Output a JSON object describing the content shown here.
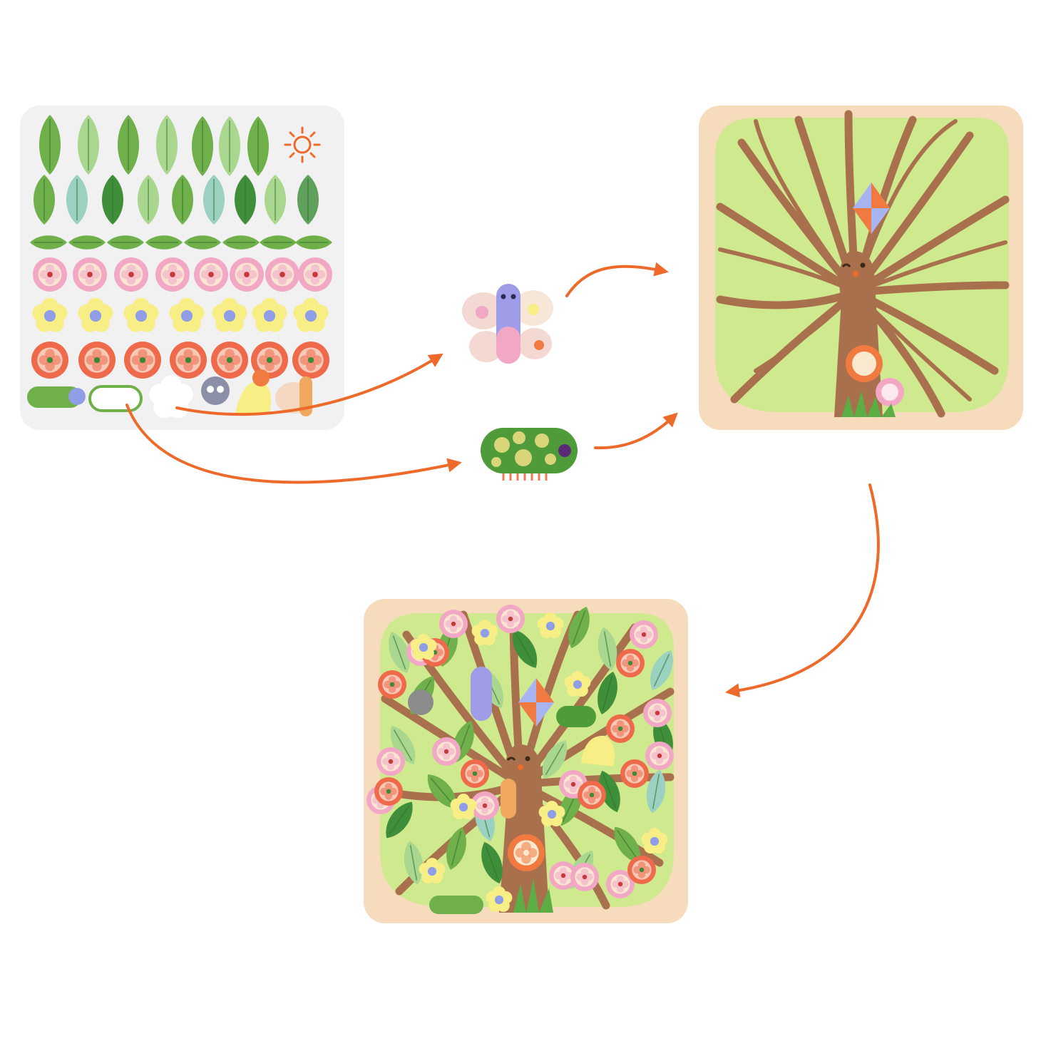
{
  "colors": {
    "background": "#ffffff",
    "arrow": "#ee6a2a",
    "sticker_sheet": "#f1f1f1",
    "board_frame": "#f6dcbc",
    "canopy": "#cfe98e",
    "canopy_light": "#e6f3b6",
    "trunk": "#a8704c",
    "leaf_dark": "#3f8f3a",
    "leaf_mid": "#6fb04a",
    "leaf_light": "#a9d78f",
    "flower_pink": "#f2a8c4",
    "flower_cream": "#f8e5d2",
    "flower_yellow": "#f8ee86",
    "flower_blue": "#8f9ee6",
    "flower_red": "#ee6a4a",
    "butterfly_body": "#9f9de8",
    "butterfly_wing": "#f4d8d2",
    "caterpillar": "#6fb04a",
    "caterpillar_spot": "#d9d67a",
    "kite_orange": "#f07a40",
    "kite_blue": "#a8b4f2"
  },
  "nodes": [
    {
      "id": "sticker-sheet",
      "kind": "sticker-sheet"
    },
    {
      "id": "butterfly-sticker",
      "kind": "sticker"
    },
    {
      "id": "caterpillar-sticker",
      "kind": "sticker"
    },
    {
      "id": "tree-board-bare",
      "kind": "board"
    },
    {
      "id": "tree-board-decorated",
      "kind": "board"
    }
  ],
  "edges": [
    {
      "from": "sticker-sheet",
      "to": "butterfly-sticker"
    },
    {
      "from": "sticker-sheet",
      "to": "caterpillar-sticker"
    },
    {
      "from": "butterfly-sticker",
      "to": "tree-board-bare"
    },
    {
      "from": "caterpillar-sticker",
      "to": "tree-board-bare"
    },
    {
      "from": "tree-board-bare",
      "to": "tree-board-decorated"
    }
  ],
  "icons": {
    "sheet_sun": "sun-icon",
    "board_face": "smiley-face-icon",
    "kite": "kite-icon"
  }
}
